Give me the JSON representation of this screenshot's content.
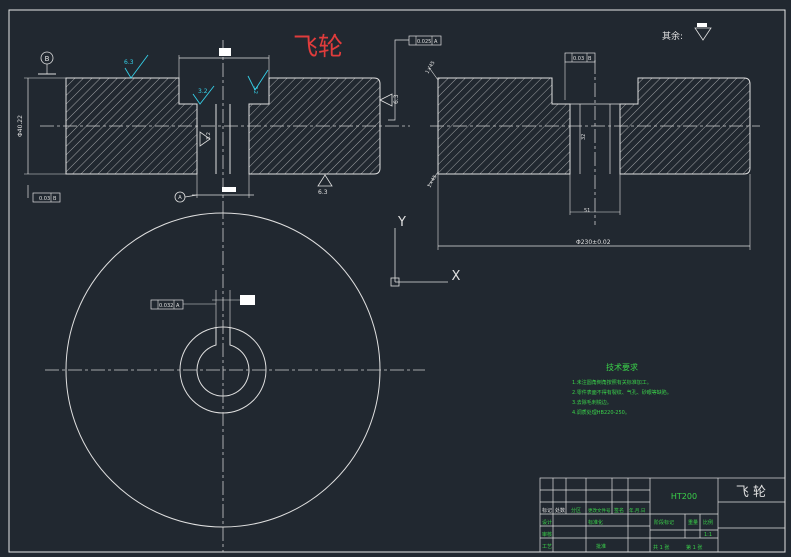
{
  "drawing": {
    "title": "飞轮",
    "roughness_label": "其余:",
    "tolerances": {
      "top_ref": "0.025",
      "top_ref_datum": "A",
      "left_ref": "0.03",
      "left_ref_datum": "B",
      "right_ref": "0.03",
      "right_ref_datum": "B",
      "key_ref": "0.032",
      "key_ref_datum": "A"
    },
    "datums": {
      "b": "B",
      "a": "A"
    },
    "roughness": {
      "r1": "6.3",
      "r2": "3.2",
      "r3": "3.2",
      "r4": "3.2",
      "r5": "6.3",
      "r6": "6.3"
    },
    "dims": {
      "left_height": "Φ40.22",
      "right_diameter": "Φ230±0.02",
      "right_bore": "32",
      "right_depth": "51",
      "chamfer_top": "1×45",
      "chamfer_bottom": "1×45"
    },
    "axes": {
      "x": "X",
      "y": "Y"
    },
    "tech_req": {
      "title": "技术要求",
      "items": [
        "1.未注圆角倒角按照有关标准加工。",
        "2.零件表面不得有裂纹、气孔、砂眼等缺陷。",
        "3.去除毛刺锐边。",
        "4.调质处理HB220-250。"
      ]
    },
    "title_block": {
      "material": "HT200",
      "part_name": "飞 轮",
      "rev_headers": [
        "标记",
        "处数",
        "分区",
        "更改文件号",
        "签名",
        "年.月.日"
      ],
      "designer": "设计",
      "std": "标准化",
      "stage_headers": [
        "阶段标记",
        "重量",
        "比例"
      ],
      "scale": "1:1",
      "review": "审核",
      "craft": "工艺",
      "approve": "批准",
      "sheets": "共 1 张",
      "sheet_no": "第 1 张"
    }
  }
}
